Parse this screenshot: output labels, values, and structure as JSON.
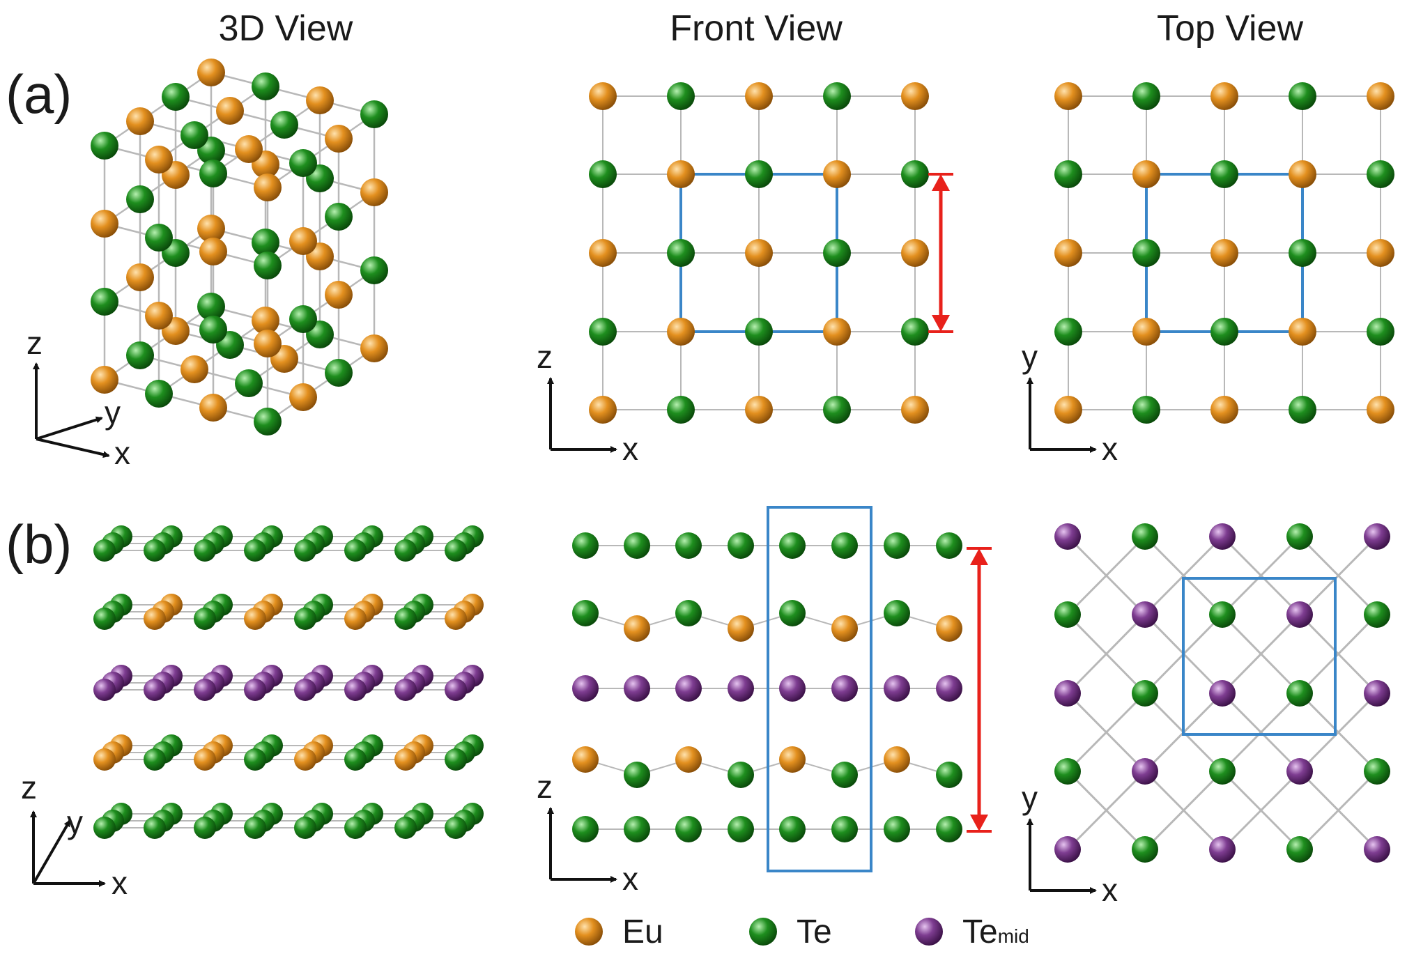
{
  "column_titles": [
    "3D View",
    "Front View",
    "Top View"
  ],
  "panel_labels": [
    "(a)",
    "(b)"
  ],
  "axes": {
    "x": "x",
    "y": "y",
    "z": "z"
  },
  "legend": [
    {
      "label": "Eu",
      "sub": "",
      "color": "#E3901F"
    },
    {
      "label": "Te",
      "sub": "",
      "color": "#1E8E1E"
    },
    {
      "label": "Te",
      "sub": "mid",
      "color": "#7E3D91"
    }
  ],
  "colors": {
    "eu": "#E3901F",
    "te": "#1E8E1E",
    "temid": "#7E3D91",
    "bond": "#b8b8b8",
    "unit_cell": "#3A86C8",
    "dimension_arrow": "#E8211B"
  }
}
